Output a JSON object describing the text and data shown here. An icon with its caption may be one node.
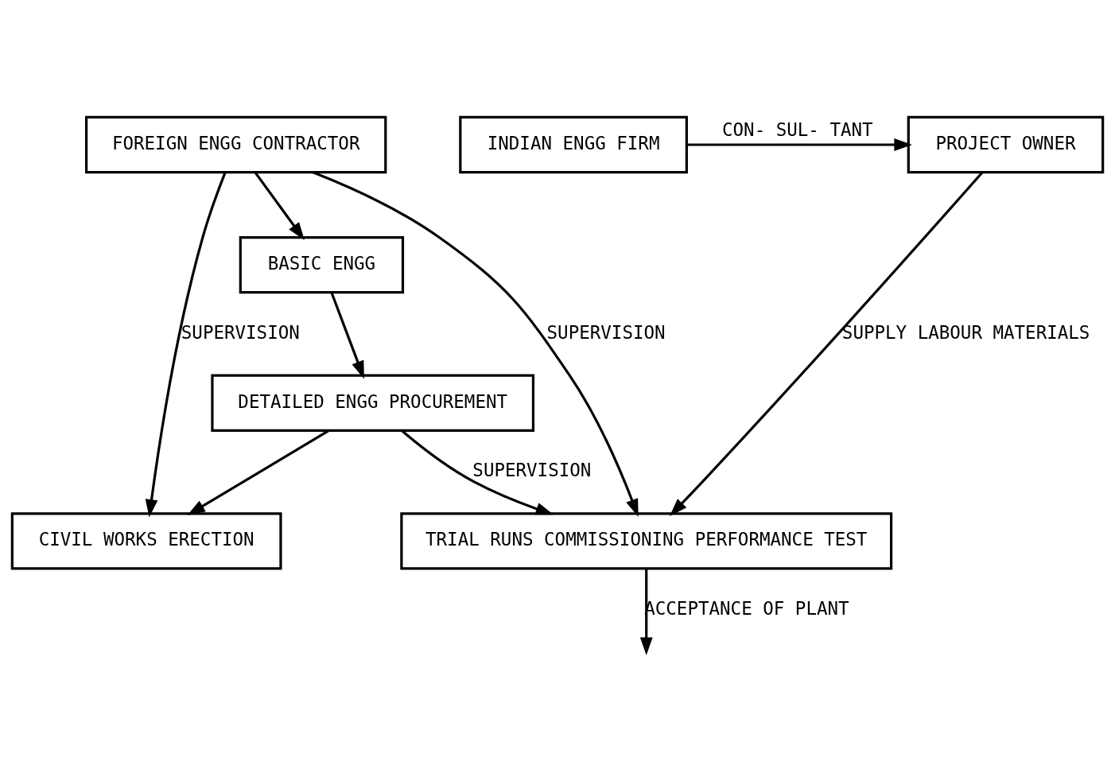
{
  "diagram": {
    "nodes": [
      {
        "text": [
          "FOREIGN ENGG CONTRACTOR"
        ]
      },
      {
        "text": [
          "INDIAN ENGG FIRM"
        ]
      },
      {
        "text": [
          "PROJECT OWNER"
        ]
      },
      {
        "text": [
          "BASIC ENGG"
        ]
      },
      {
        "text": [
          "DETAILED ENGG PROCUREMENT"
        ]
      },
      {
        "text": [
          "CIVIL WORKS ERECTION"
        ]
      },
      {
        "text": [
          "TRIAL RUNS COMMISSIONING PERFORMANCE TEST"
        ]
      }
    ],
    "edges": [
      {
        "from": 0,
        "to": 3,
        "arrow": "to"
      },
      {
        "from": 1,
        "to": 2,
        "arrow": "to",
        "label": "CON- SUL- TANT"
      },
      {
        "from": 3,
        "to": 4,
        "arrow": "to"
      },
      {
        "from": 4,
        "to": 5,
        "arrow": "to"
      },
      {
        "from": 4,
        "to": 6,
        "arrow": "to",
        "label": "SUPERVISION"
      },
      {
        "from": 0,
        "to": 5,
        "arrow": "to",
        "label": "SUPERVISION"
      },
      {
        "from": 0,
        "to": 6,
        "arrow": "to",
        "label": "SUPERVISION"
      },
      {
        "from": 2,
        "to": 6,
        "arrow": "to",
        "label": "SUPPLY LABOUR MATERIALS"
      },
      {
        "from": 6,
        "to": null,
        "arrow": "to",
        "label": "ACCEPTANCE OF PLANT"
      }
    ]
  }
}
